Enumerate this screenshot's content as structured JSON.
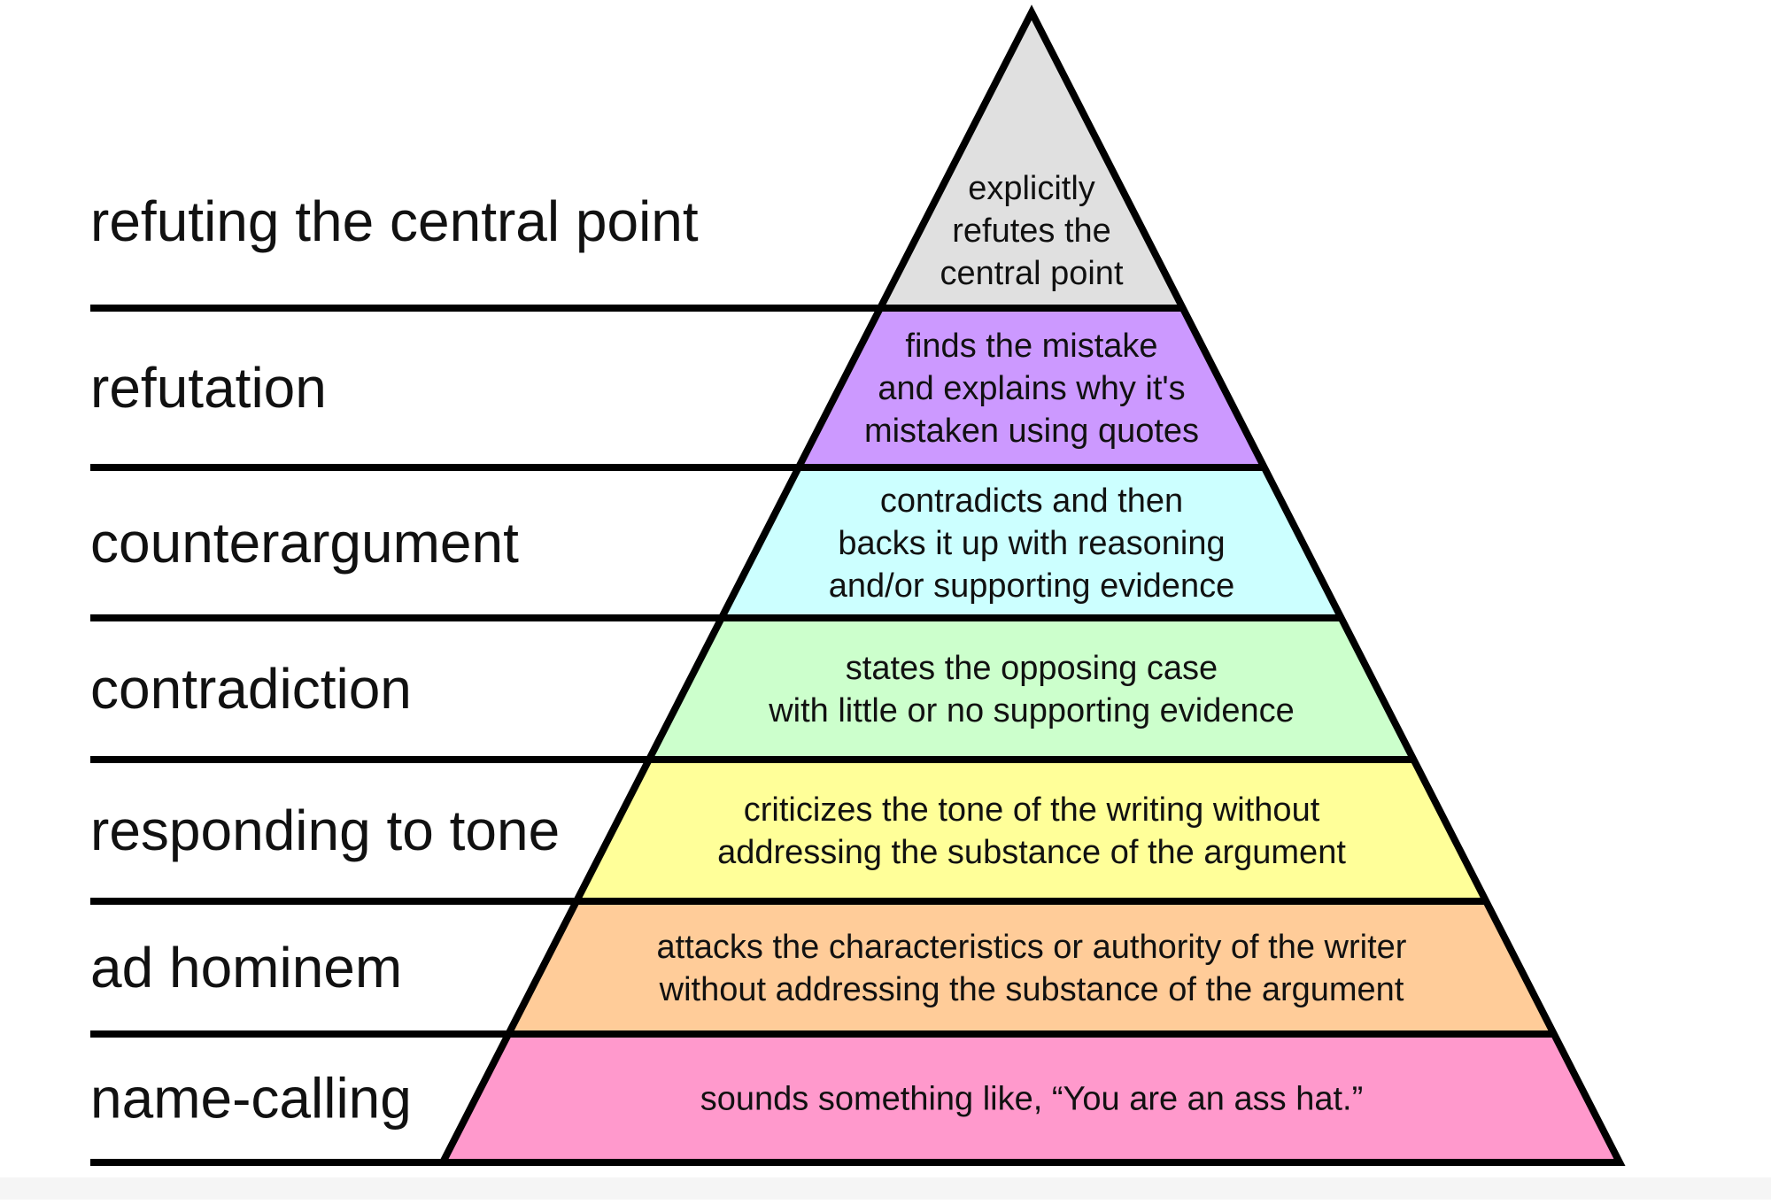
{
  "levels": [
    {
      "label": "refuting the central point",
      "description": [
        "explicitly",
        "refutes the",
        "central point"
      ],
      "color": "#e0e0e0"
    },
    {
      "label": "refutation",
      "description": [
        "finds the mistake",
        "and explains why it's",
        "mistaken using quotes"
      ],
      "color": "#cc99ff"
    },
    {
      "label": "counterargument",
      "description": [
        "contradicts and then",
        "backs it up with reasoning",
        "and/or supporting evidence"
      ],
      "color": "#ccffff"
    },
    {
      "label": "contradiction",
      "description": [
        "states the opposing case",
        "with little or no supporting evidence"
      ],
      "color": "#ccffcc"
    },
    {
      "label": "responding to tone",
      "description": [
        "criticizes the tone of the writing without",
        "addressing the substance of the argument"
      ],
      "color": "#ffff99"
    },
    {
      "label": "ad hominem",
      "description": [
        "attacks the characteristics or authority of the writer",
        "without addressing the substance of the argument"
      ],
      "color": "#ffcc99"
    },
    {
      "label": "name-calling",
      "description": [
        "sounds something like, “You are an ass hat.”"
      ],
      "color": "#ff99cc"
    }
  ]
}
